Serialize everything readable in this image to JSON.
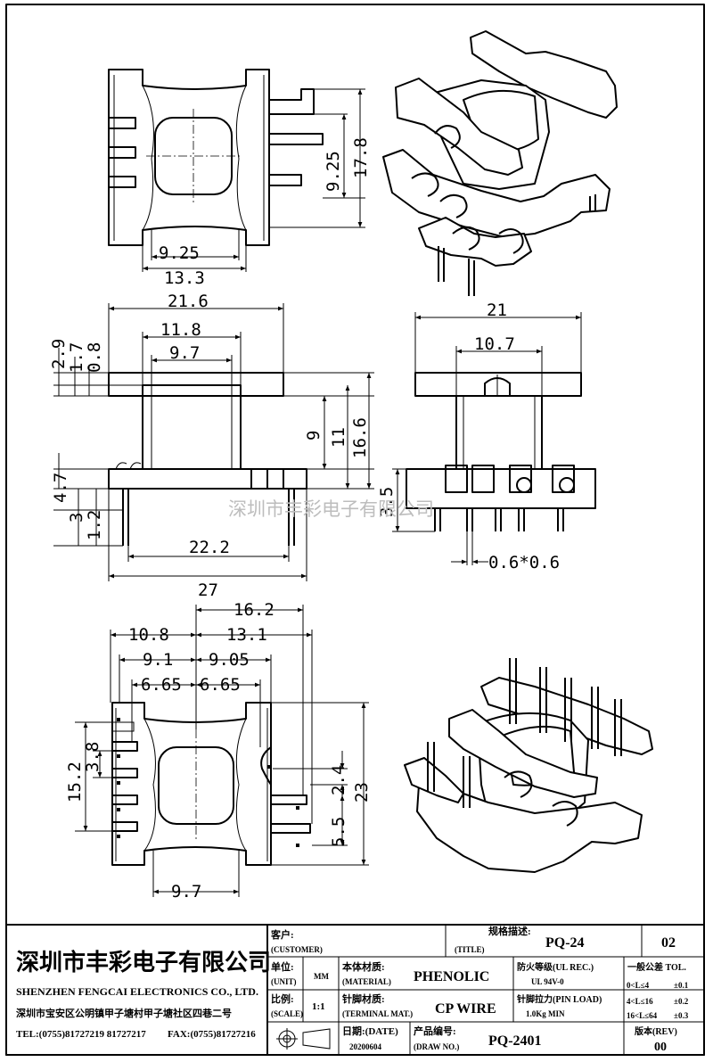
{
  "dimensions": {
    "top_view": {
      "d1": "9.25",
      "d2": "13.3",
      "d3": "9.25",
      "d4": "17.8"
    },
    "front_view": {
      "d1": "21.6",
      "d2": "11.8",
      "d3": "9.7",
      "d4": "2.9",
      "d5": "1.7",
      "d6": "0.8",
      "d7": "9",
      "d8": "11",
      "d9": "16.6",
      "d10": "4.7",
      "d11": "3",
      "d12": "1.2",
      "d13": "22.2",
      "d14": "27"
    },
    "side_view": {
      "d1": "21",
      "d2": "10.7",
      "d3": "3.5",
      "d4": "0.6*0.6"
    },
    "bottom_view": {
      "d1": "16.2",
      "d2": "10.8",
      "d3": "13.1",
      "d4": "9.1",
      "d5": "9.05",
      "d6": "6.65",
      "d7": "6.65",
      "d8": "15.2",
      "d9": "3.8",
      "d10": "2.4",
      "d11": "5.5",
      "d12": "23",
      "d13": "9.7"
    }
  },
  "watermark": "深圳市丰彩电子有限公司",
  "title_block": {
    "company_cn": "深圳市丰彩电子有限公司",
    "company_en": "SHENZHEN FENGCAI ELECTRONICS CO., LTD.",
    "address": "深圳市宝安区公明镇甲子塘村甲子塘社区四巷二号",
    "tel": "TEL:(0755)81727219  81727217",
    "fax": "FAX:(0755)81727216",
    "customer_label": "客户:",
    "customer_label_en": "(CUSTOMER)",
    "title_label": "规格描述:",
    "title_label_en": "(TITLE)",
    "title_value": "PQ-24",
    "sheet_no": "02",
    "unit_label": "单位:",
    "unit_label_en": "(UNIT)",
    "unit_value": "MM",
    "material_label": "本体材质:",
    "material_label_en": "(MATERIAL)",
    "material_value": "PHENOLIC",
    "ul_label": "防火等级(UL REC.)",
    "ul_value": "UL 94V-0",
    "tol_label": "一般公差 TOL.",
    "tol_rows": [
      {
        "range": "0<L≤4",
        "value": "±0.1"
      },
      {
        "range": "4<L≤16",
        "value": "±0.2"
      },
      {
        "range": "16<L≤64",
        "value": "±0.3"
      }
    ],
    "scale_label": "比例:",
    "scale_label_en": "(SCALE)",
    "scale_value": "1:1",
    "terminal_label": "针脚材质:",
    "terminal_label_en": "(TERMINAL MAT.)",
    "terminal_value": "CP WIRE",
    "pin_load_label": "针脚拉力(PIN LOAD)",
    "pin_load_value": "1.0Kg MIN",
    "date_label": "日期:(DATE)",
    "date_value": "20200604",
    "draw_label": "产品编号:",
    "draw_label_en": "(DRAW NO.)",
    "draw_value": "PQ-2401",
    "rev_label": "版本(REV)",
    "rev_value": "00"
  }
}
